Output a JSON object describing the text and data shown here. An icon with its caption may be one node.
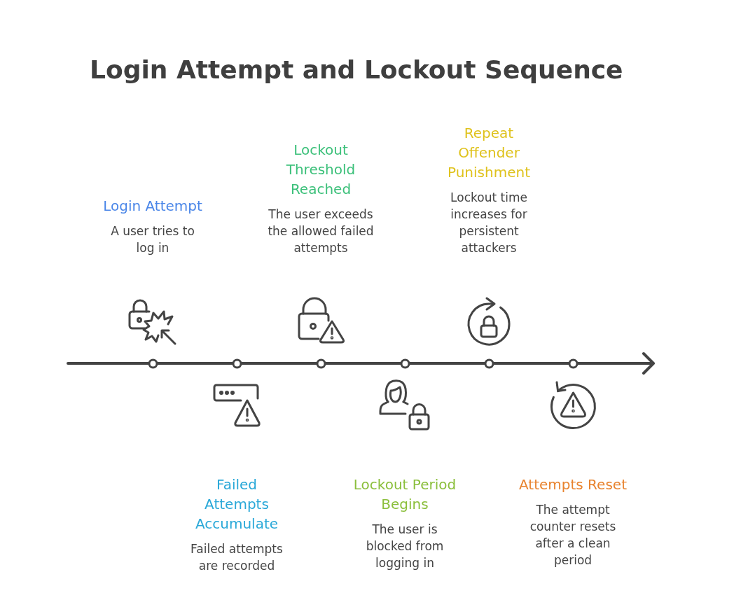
{
  "diagram": {
    "title": "Login Attempt and Lockout Sequence",
    "nodes": [
      {
        "text": [
          "Login Attempt",
          "A user tries to log in"
        ]
      },
      {
        "text": [
          "Failed Attempts Accumulate",
          "Failed attempts are recorded"
        ]
      },
      {
        "text": [
          "Lockout Threshold Reached",
          "The user exceeds the allowed failed attempts"
        ]
      },
      {
        "text": [
          "Lockout Period Begins",
          "The user is blocked from logging in"
        ]
      },
      {
        "text": [
          "Repeat Offender Punishment",
          "Lockout time increases for persistent attackers"
        ]
      },
      {
        "text": [
          "Attempts Reset",
          "The attempt counter resets after a clean period"
        ]
      }
    ]
  }
}
